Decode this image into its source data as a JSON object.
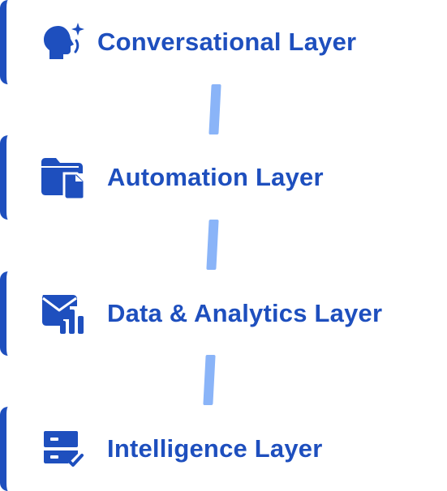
{
  "colors": {
    "accent": "#1e4fbe",
    "connector": "#8ab4f8",
    "background": "#ffffff"
  },
  "layers": [
    {
      "label": "Conversational Layer",
      "icon": "ai-head-sparkle-icon"
    },
    {
      "label": "Automation Layer",
      "icon": "folder-document-icon"
    },
    {
      "label": "Data & Analytics Layer",
      "icon": "mail-bar-chart-icon"
    },
    {
      "label": "Intelligence Layer",
      "icon": "server-check-icon"
    }
  ]
}
